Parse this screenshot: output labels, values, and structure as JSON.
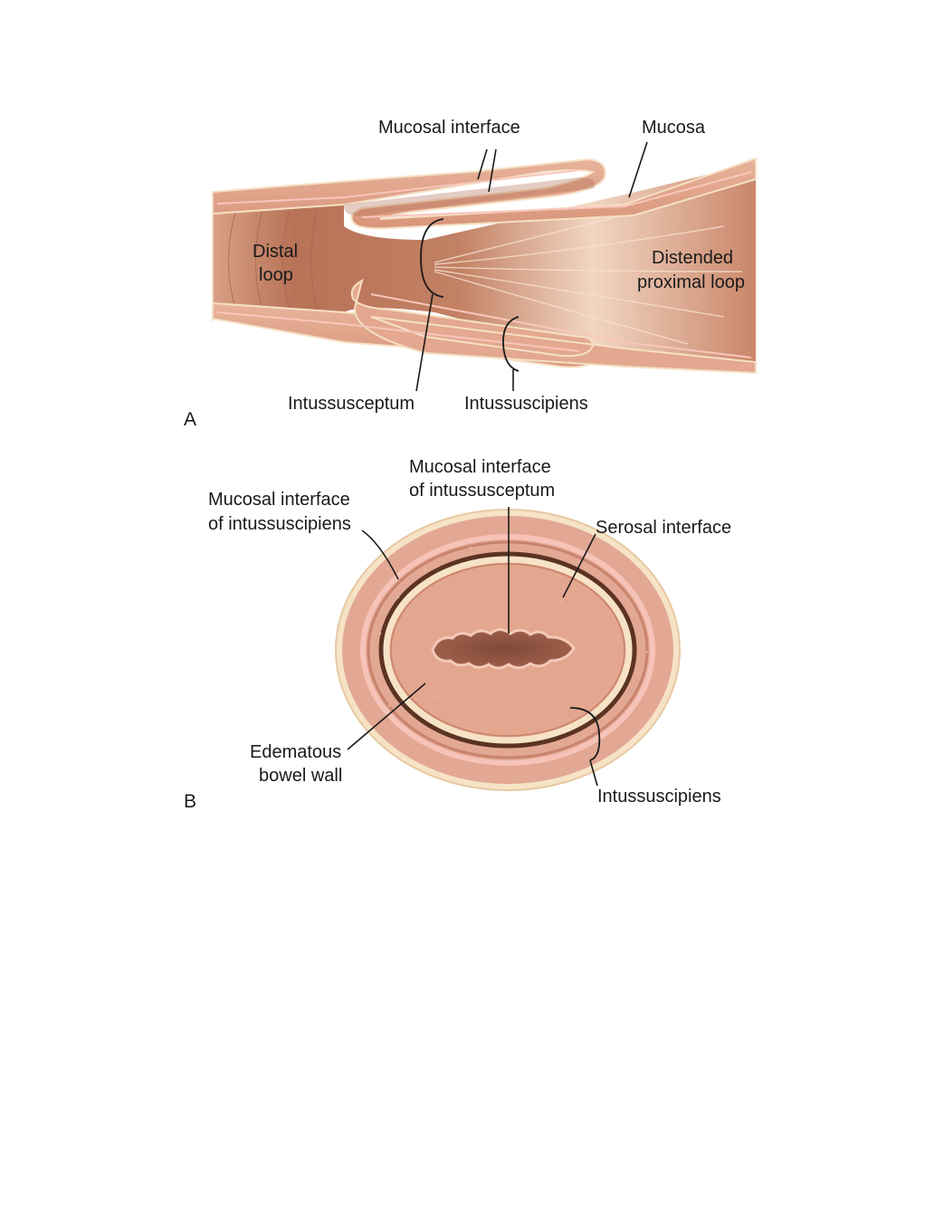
{
  "panel_a": {
    "letter": "A",
    "labels": {
      "mucosal_interface": "Mucosal interface",
      "mucosa": "Mucosa",
      "distal_loop_1": "Distal",
      "distal_loop_2": "loop",
      "distended_1": "Distended",
      "distended_2": "proximal loop",
      "intussusceptum": "Intussusceptum",
      "intussuscipiens": "Intussuscipiens"
    }
  },
  "panel_b": {
    "letter": "B",
    "labels": {
      "mucosal_intussusceptum_1": "Mucosal interface",
      "mucosal_intussusceptum_2": "of intussusceptum",
      "mucosal_intussuscipiens_1": "Mucosal interface",
      "mucosal_intussuscipiens_2": "of intussuscipiens",
      "serosal_interface": "Serosal interface",
      "edematous_1": "Edematous",
      "edematous_2": "bowel wall",
      "intussuscipiens": "Intussuscipiens"
    }
  },
  "colors": {
    "wall": "#e0a58c",
    "wall_dark": "#c98068",
    "lumen": "#c9866a",
    "lumen_light": "#f0d2bd",
    "serosa": "#f6e3c6",
    "mucosa_line": "#f8c6bc"
  }
}
